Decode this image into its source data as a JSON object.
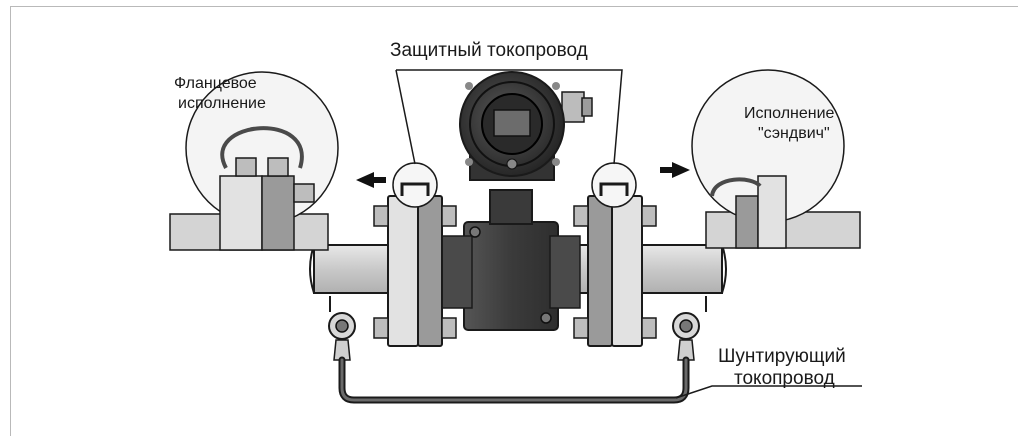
{
  "labels": {
    "protective_conductor": "Защитный токопровод",
    "flange_line1": "Фланцевое",
    "flange_line2": "исполнение",
    "sandwich_line1": "Исполнение",
    "sandwich_line2": "\"сэндвич\"",
    "shunt_line1": "Шунтирующий",
    "shunt_line2": "токопровод"
  },
  "colors": {
    "line": "#1a1a1a",
    "pipe": "#cfcfcf",
    "dark_body": "#3a3a3a",
    "flange_light": "#e2e2e2",
    "flange_mid": "#9a9a9a",
    "cable": "#555555",
    "circle_fill": "#f4f4f4"
  }
}
